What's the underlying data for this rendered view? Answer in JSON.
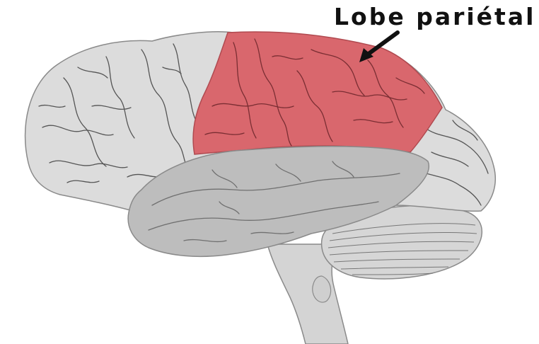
{
  "label": {
    "text": "Lobe pariétal"
  },
  "colors": {
    "background": "#ffffff",
    "cerebrum": "#dcdcdc",
    "parietal_lobe": "#d9676d",
    "temporal_lobe": "#bdbdbd",
    "cerebellum": "#d6d6d6",
    "brainstem": "#d4d4d4",
    "sulci": "#555555",
    "arrow": "#111111"
  },
  "icons": {
    "highlighted_region": "parietal-lobe",
    "pointer": "arrow"
  }
}
